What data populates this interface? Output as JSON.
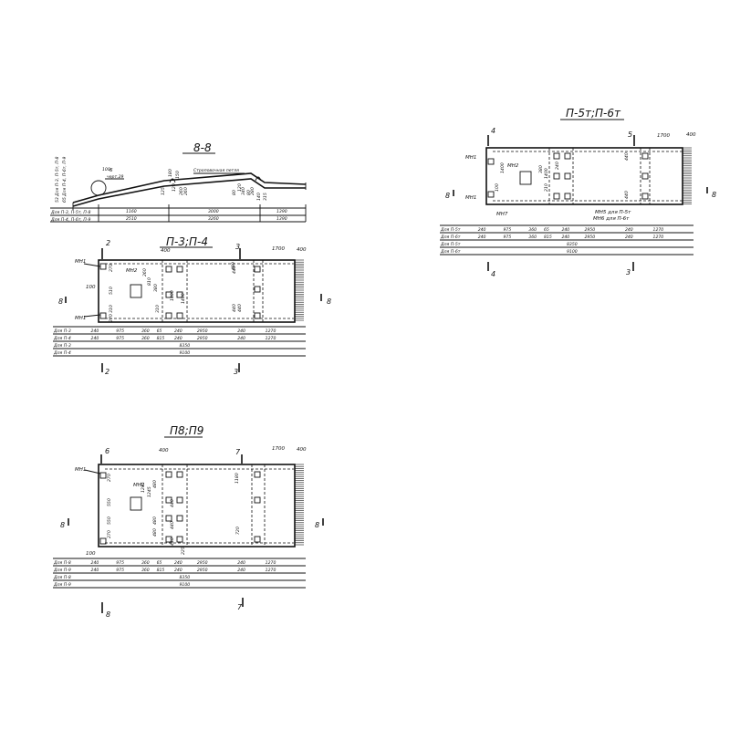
{
  "section_88": {
    "title": "8-8",
    "side_label_1": "Для П-3, П-5т, П-8",
    "side_label_2": "Для П-4, П-6т, П-9",
    "dim_53": "53",
    "dim_65": "65",
    "callout_num": "6",
    "callout_text": "черт.29",
    "dim_100": "100",
    "sling_label": "Строповочная петля",
    "dims_top": [
      "1160",
      "3000",
      "1390"
    ],
    "dims_bottom": [
      "2510",
      "3260",
      "1390"
    ],
    "small_dims": [
      "180",
      "120",
      "150",
      "260",
      "125",
      "260",
      "80",
      "120",
      "340",
      "80",
      "280",
      "140",
      "315"
    ],
    "row_label_1": "Для П-3, П-5т, П-8",
    "row_label_2": "Для П-4, П-6т, П-9"
  },
  "plan_p34": {
    "title": "П-3;П-4",
    "mark_mn1_top": "МН1",
    "mark_mn1_bottom": "МН1",
    "mark_mn2": "МН2",
    "mark_2_top": "2",
    "mark_2_bottom": "2",
    "mark_3_top": "3",
    "mark_3_bottom": "3",
    "mark_8_left": "8",
    "mark_8_right": "8",
    "dim_400": "400",
    "dim_1700": "1700",
    "dim_400_right": "400",
    "dim_100": "100",
    "vert_dims": [
      "270",
      "510",
      "310",
      "270",
      "260",
      "810",
      "380",
      "1400",
      "310",
      "1400",
      "480",
      "440",
      "440",
      "440"
    ],
    "row1_label": "Для П-3",
    "row1_vals": [
      "240",
      "975",
      "360",
      "65",
      "240",
      "2950",
      "240",
      "1270"
    ],
    "row2_label": "Для П-4",
    "row2_vals": [
      "240",
      "975",
      "360",
      "815",
      "240",
      "2950",
      "240",
      "1270"
    ],
    "row3_label": "Для П-3",
    "row3_val": "8350",
    "row4_label": "Для П-4",
    "row4_val": "9100"
  },
  "plan_p56t": {
    "title": "П-5т;П-6т",
    "mark_4_top": "4",
    "mark_4_bottom": "4",
    "mark_5_top": "5",
    "mark_3_bottom": "3",
    "mark_8_left": "8",
    "mark_8_right": "8",
    "mark_mn1_top": "МН1",
    "mark_mn1_bottom": "МН1",
    "mark_mn2": "МН2",
    "mark_mn7": "МН7",
    "mark_mn5": "МН5 для П-5т",
    "mark_mn6": "МН6 для П-6т",
    "dim_1700": "1700",
    "dim_400": "400",
    "vert_dims": [
      "100",
      "1400",
      "1400",
      "380",
      "240",
      "210",
      "440",
      "440"
    ],
    "row1_label": "Для П-5т",
    "row1_vals": [
      "240",
      "975",
      "360",
      "65",
      "240",
      "2950",
      "240",
      "1270"
    ],
    "row2_label": "Для П-6т",
    "row2_vals": [
      "240",
      "975",
      "360",
      "815",
      "240",
      "2950",
      "240",
      "1270"
    ],
    "row3_label": "Для П-5т",
    "row3_val": "8350",
    "row4_label": "Для П-6т",
    "row4_val": "9100"
  },
  "plan_p89": {
    "title": "П8;П9",
    "mark_6_top": "6",
    "mark_7_top": "7",
    "mark_7_bottom": "7",
    "mark_8_bottom": "8",
    "mark_8_left": "8",
    "mark_8_right": "8",
    "mark_mn1": "МН1",
    "mark_mn2": "МН2",
    "dim_400": "400",
    "dim_1700": "1700",
    "dim_400_right": "400",
    "dim_100": "100",
    "vert_dims": [
      "270",
      "550",
      "550",
      "270",
      "1245",
      "1245",
      "480",
      "440",
      "480",
      "440",
      "480",
      "440",
      "225",
      "1180",
      "720"
    ],
    "row1_label": "Для П-8",
    "row1_vals": [
      "240",
      "975",
      "360",
      "65",
      "240",
      "2950",
      "240",
      "1270"
    ],
    "row2_label": "Для П-9",
    "row2_vals": [
      "240",
      "975",
      "360",
      "815",
      "240",
      "2950",
      "240",
      "1270"
    ],
    "row3_label": "Для П-8",
    "row3_val": "8350",
    "row4_label": "Для П-9",
    "row4_val": "9100"
  }
}
